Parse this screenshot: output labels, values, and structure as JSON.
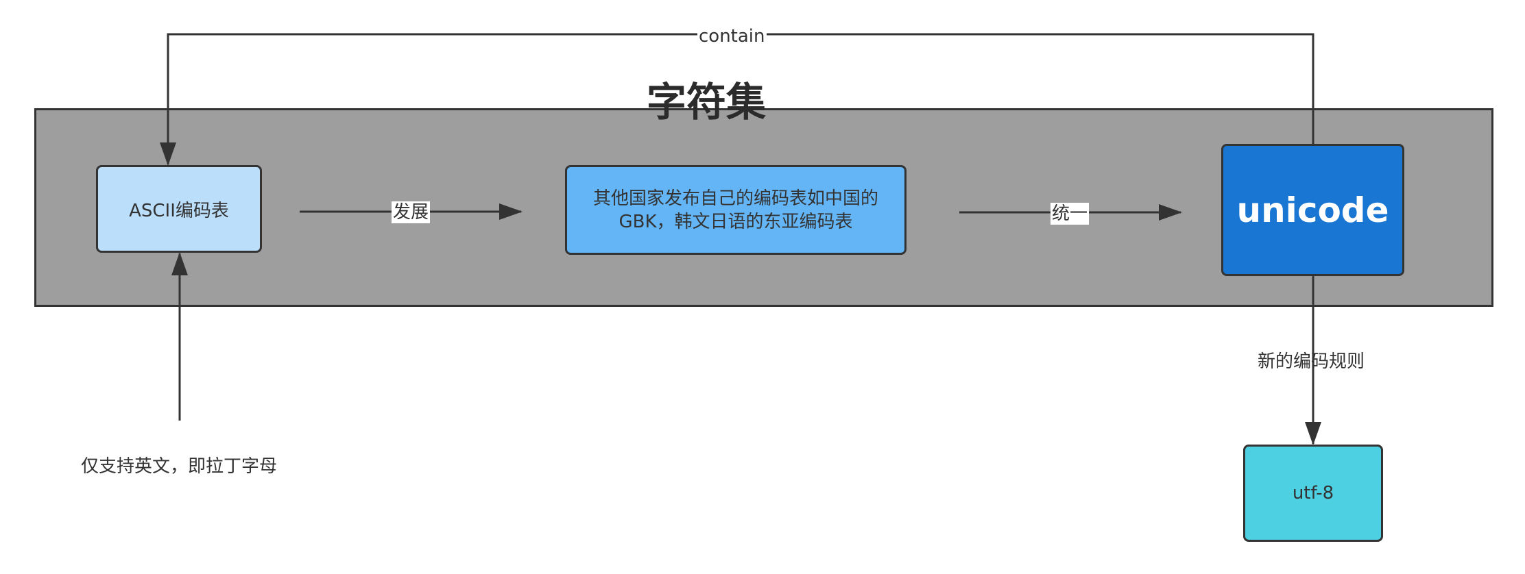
{
  "diagram": {
    "group": {
      "title": "字符集",
      "fill": "#9e9e9e"
    },
    "nodes": {
      "ascii": {
        "label": "ASCII编码表",
        "fill": "#bbdefb"
      },
      "national": {
        "label": "其他国家发布自己的编码表如中国的GBK，韩文日语的东亚编码表",
        "fill": "#64b5f6"
      },
      "unicode": {
        "label": "unicode",
        "fill": "#1976d2"
      },
      "utf8": {
        "label": "utf-8",
        "fill": "#4dd0e1"
      }
    },
    "edges": {
      "develop": {
        "label": "发展"
      },
      "unify": {
        "label": "统一"
      },
      "contain": {
        "label": "contain"
      },
      "new_rule": {
        "label": "新的编码规则"
      }
    },
    "note": {
      "label": "仅支持英文，即拉丁字母"
    },
    "stroke_color": "#333333"
  }
}
